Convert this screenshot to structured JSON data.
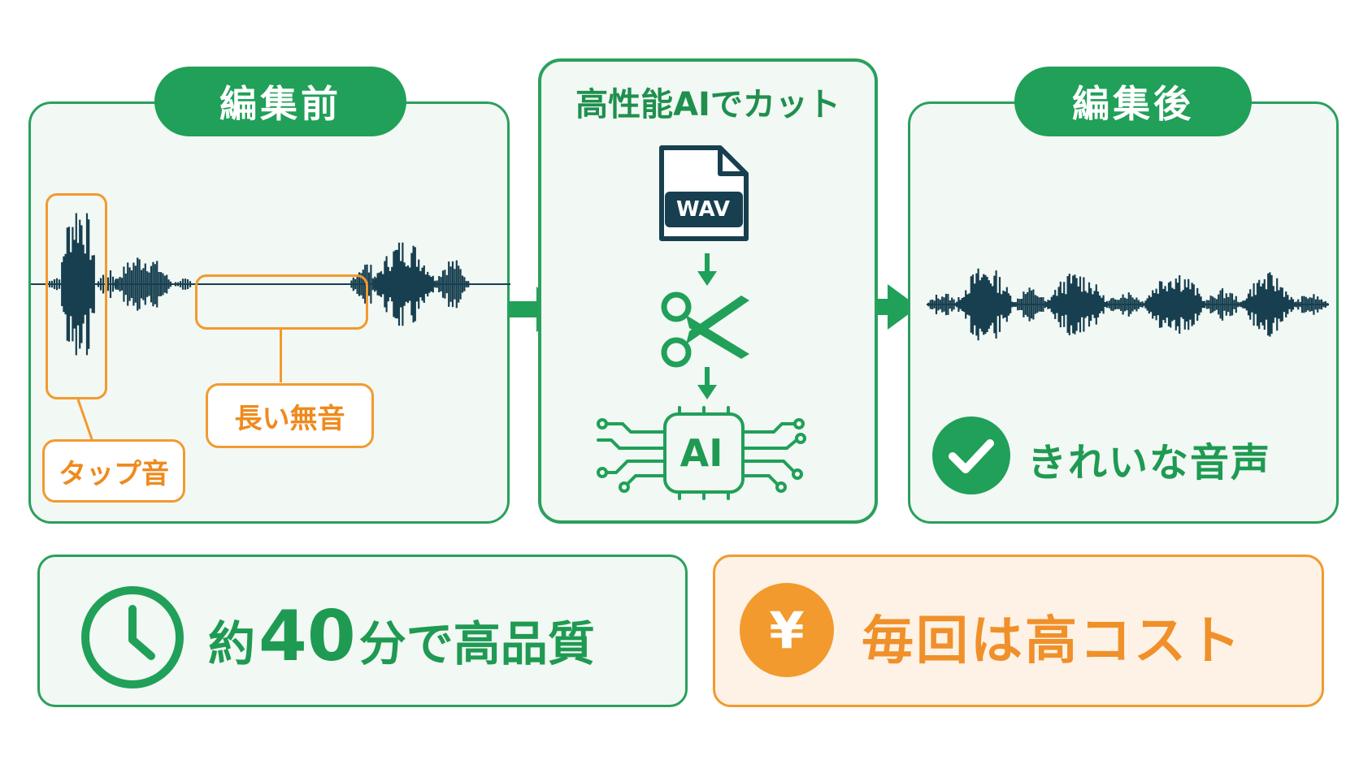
{
  "before": {
    "title": "編集前",
    "tap_label": "タップ音",
    "silence_label": "長い無音"
  },
  "ai": {
    "title": "高性能AIでカット",
    "file_label": "WAV",
    "chip_label": "AI"
  },
  "after": {
    "title": "編集後",
    "result_label": "きれいな音声"
  },
  "bottom": {
    "time_prefix": "約",
    "time_number": "40",
    "time_suffix": "分で高品質",
    "cost_symbol": "¥",
    "cost_label": "毎回は高コスト"
  },
  "colors": {
    "green": "#20a058",
    "orange": "#f29a2e",
    "navy": "#173f4f"
  },
  "icons": [
    "wav-file-icon",
    "scissors-icon",
    "ai-chip-icon",
    "check-icon",
    "clock-icon",
    "yen-icon",
    "arrow-right-icon",
    "arrow-down-icon"
  ]
}
